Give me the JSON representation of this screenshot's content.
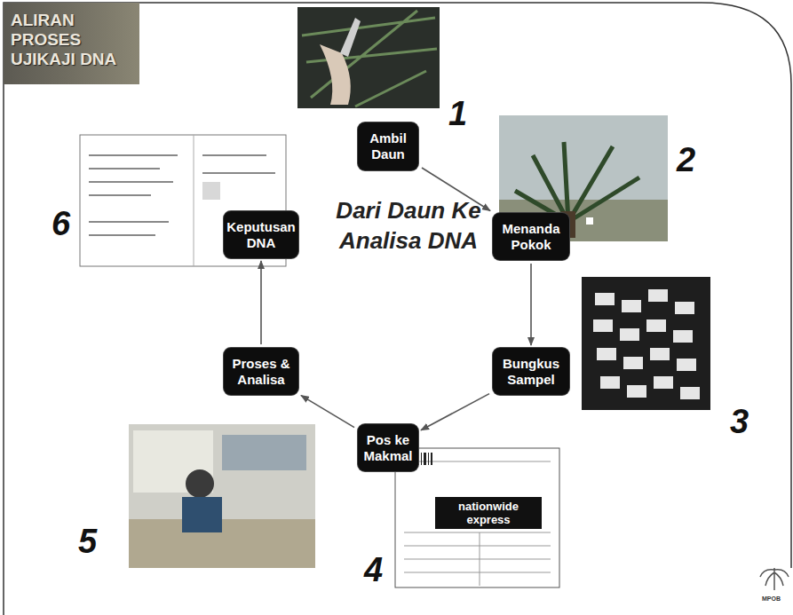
{
  "diagram": {
    "title": "ALIRAN PROSES UJIKAJI DNA",
    "nodes": [
      {
        "text": [
          "Ambil Daun"
        ]
      },
      {
        "text": [
          "Menanda Pokok"
        ]
      },
      {
        "text": [
          "Bungkus Sampel"
        ]
      },
      {
        "text": [
          "Pos ke Makmal"
        ]
      },
      {
        "text": [
          "Proses & Analisa"
        ]
      },
      {
        "text": [
          "Keputusan DNA"
        ]
      }
    ],
    "edges": [
      {
        "from": 0,
        "to": 1,
        "arrow": "to"
      },
      {
        "from": 1,
        "to": 2,
        "arrow": "to"
      },
      {
        "from": 2,
        "to": 3,
        "arrow": "to"
      },
      {
        "from": 3,
        "to": 4,
        "arrow": "to"
      },
      {
        "from": 4,
        "to": 5,
        "arrow": "to"
      }
    ],
    "labels": [
      "1",
      "2",
      "3",
      "4",
      "5",
      "6",
      "Dari Daun Ke Analisa DNA",
      "nationwide express",
      "MPOB"
    ]
  }
}
